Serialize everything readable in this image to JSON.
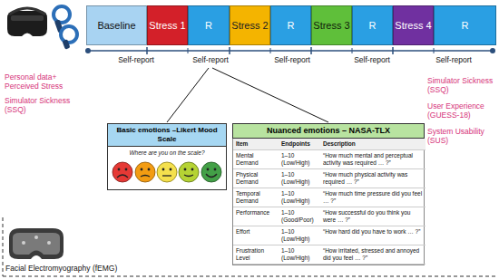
{
  "diagram": {
    "nodes": [
      {
        "text": [
          "Baseline"
        ]
      },
      {
        "text": [
          "Stress 1"
        ]
      },
      {
        "text": [
          "R"
        ]
      },
      {
        "text": [
          "Stress 2"
        ]
      },
      {
        "text": [
          "R"
        ]
      },
      {
        "text": [
          "Stress 3"
        ]
      },
      {
        "text": [
          "R"
        ]
      },
      {
        "text": [
          "Stress 4"
        ]
      },
      {
        "text": [
          "R"
        ]
      },
      {
        "text": [
          "Basic emotions –Likert Mood Scale",
          "Where are you on the scale?"
        ]
      },
      {
        "text": [
          "Nuanced emotions – NASA-TLX"
        ]
      }
    ],
    "labels": [
      "Self-report",
      "Self-report",
      "Self-report",
      "Self-report",
      "Self-report",
      "Personal data+ Perceived Stress",
      "Simulator Sickness (SSQ)",
      "Simulator Sickness (SSQ)",
      "User Experience (GUESS-18)",
      "System Usability (SUS)",
      "Item",
      "Endpoints",
      "Description",
      "Mental Demand",
      "1–10 (Low/High)",
      "“How much mental and perceptual activity was required … ?”",
      "Physical Demand",
      "1–10 (Low/High)",
      "“How much physical activity was required … ?”",
      "Temporal Demand",
      "1–10 (Low/High)",
      "“How much time pressure did you feel … ?”",
      "Performance",
      "1–10 (Good/Poor)",
      "“How successful do you think you were … ?”",
      "Effort",
      "1–10 (Low/High)",
      "“How hard did you have to work … ?”",
      "Frustration Level",
      "1–10 (Low/High)",
      "“How irritated, stressed and annoyed did you feel … ?”",
      "Facial Electromyography (fEMG)"
    ]
  }
}
